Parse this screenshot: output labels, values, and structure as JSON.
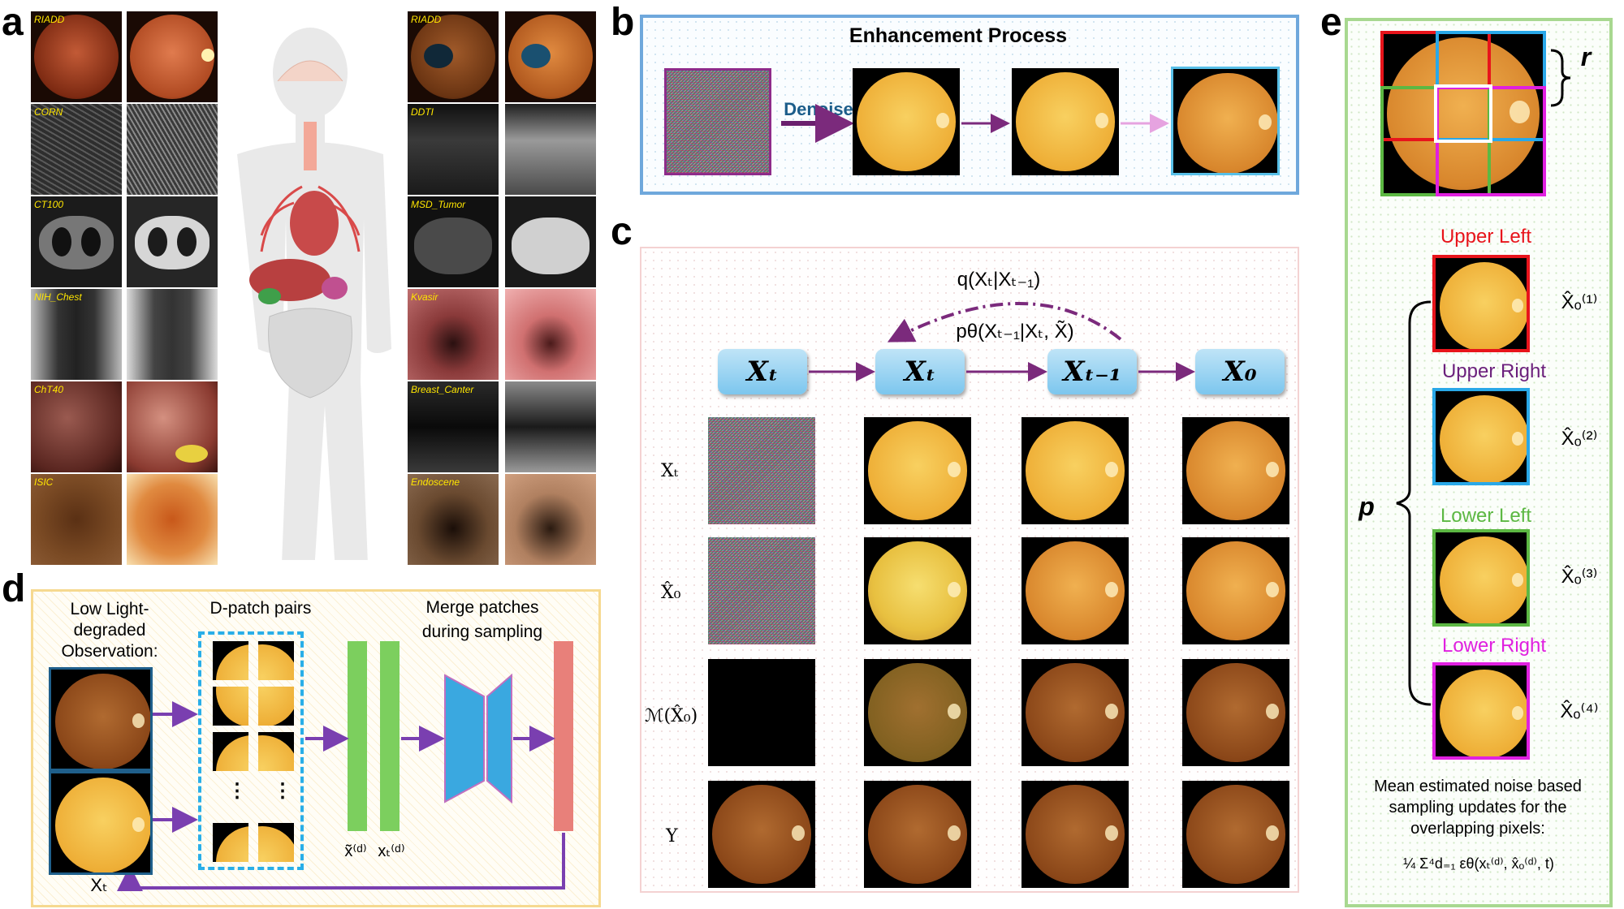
{
  "panels": {
    "a": "a",
    "b": "b",
    "c": "c",
    "d": "d",
    "e": "e"
  },
  "panel_a": {
    "left_datasets": [
      "RIADD",
      "CORN",
      "CT100",
      "NIH_Chest",
      "ChT40",
      "ISIC"
    ],
    "right_datasets": [
      "RIADD",
      "DDTI",
      "MSD_Tumor",
      "Kvasir",
      "Breast_Canter",
      "Endoscene"
    ]
  },
  "panel_b": {
    "title": "Enhancement Process",
    "denoise": "Denoise"
  },
  "panel_c": {
    "forward": "q(Xₜ|Xₜ₋₁)",
    "reverse": "pθ(Xₜ₋₁|Xₜ, X̃)",
    "nodes": [
      "Xₜ",
      "Xₜ",
      "Xₜ₋₁",
      "X₀"
    ],
    "rows": [
      "Xₜ",
      "X̂₀",
      "ℳ(X̂₀)",
      "Y"
    ]
  },
  "panel_d": {
    "low_light": "Low Light-\ndegraded\nObservation:",
    "dpatch": "D-patch pairs",
    "merge": "Merge patches\nduring sampling",
    "xtilde": "x̃⁽ᵈ⁾",
    "xt_d": "xₜ⁽ᵈ⁾",
    "xt": "Xₜ"
  },
  "panel_e": {
    "r": "r",
    "p": "p",
    "quads": [
      "Upper Left",
      "Upper Right",
      "Lower Left",
      "Lower Right"
    ],
    "quad_colors": [
      "#e8141b",
      "#6b1f7c",
      "#5cb843",
      "#e020e0"
    ],
    "estimates": [
      "X̂ₒ⁽¹⁾",
      "X̂ₒ⁽²⁾",
      "X̂ₒ⁽³⁾",
      "X̂ₒ⁽⁴⁾"
    ],
    "caption": "Mean estimated noise based sampling updates for the overlapping pixels:",
    "formula": "¼ Σ⁴d₌₁ εθ(xₜ⁽ᵈ⁾, x̂ₒ⁽ᵈ⁾, t)"
  }
}
